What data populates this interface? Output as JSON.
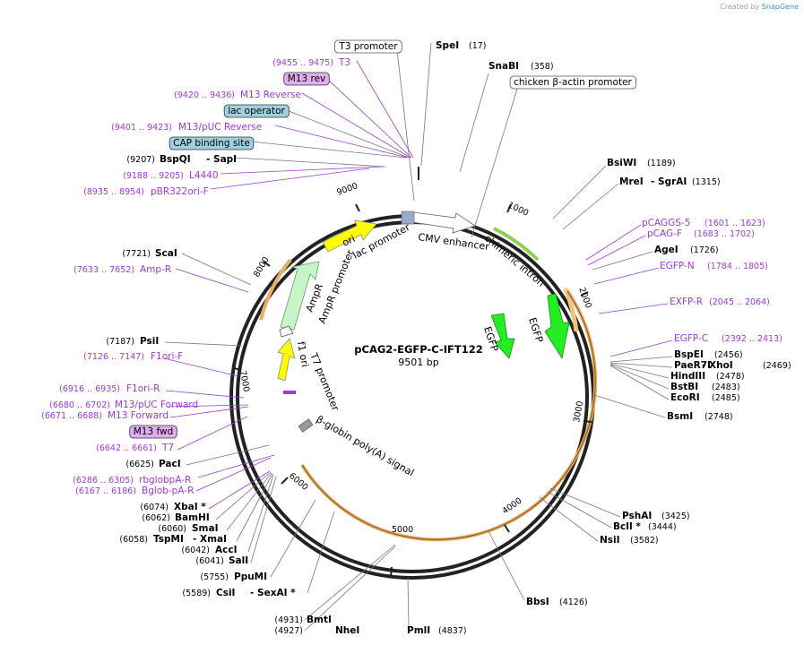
{
  "credit": {
    "prefix": "Created by",
    "brand": "SnapGene"
  },
  "plasmid": {
    "name": "pCAG2-EGFP-C-IFT122",
    "length": "9501 bp"
  },
  "ticks": [
    "1000",
    "2000",
    "3000",
    "4000",
    "5000",
    "6000",
    "7000",
    "8000",
    "9000"
  ],
  "features": [
    {
      "name": "ori",
      "text": "ori"
    },
    {
      "name": "lac-promoter",
      "text": "lac promoter"
    },
    {
      "name": "cmv-enhancer",
      "text": "CMV enhancer"
    },
    {
      "name": "chimeric-intron",
      "text": "chimeric intron"
    },
    {
      "name": "egfp-outer",
      "text": "EGFP"
    },
    {
      "name": "egfp-inner",
      "text": "EGFP"
    },
    {
      "name": "ampr",
      "text": "AmpR"
    },
    {
      "name": "ampr-promoter",
      "text": "AmpR promoter"
    },
    {
      "name": "f1-ori",
      "text": "f1 ori"
    },
    {
      "name": "t7-promoter",
      "text": "T7 promoter"
    },
    {
      "name": "bglobin-polya",
      "text": "β-globin poly(A) signal"
    }
  ],
  "labels": [
    {
      "t": "(9455 .. 9475)",
      "c": "pp"
    },
    {
      "t": "T3",
      "c": "pn"
    },
    {
      "t": "M13 rev",
      "c": "bp"
    },
    {
      "t": "(9420 .. 9436)",
      "c": "pp"
    },
    {
      "t": "M13 Reverse",
      "c": "pn"
    },
    {
      "t": "lac operator",
      "c": "bb"
    },
    {
      "t": "(9401 .. 9423)",
      "c": "pp"
    },
    {
      "t": "M13/pUC Reverse",
      "c": "pn"
    },
    {
      "t": "CAP binding site",
      "c": "bb"
    },
    {
      "t": "(9207)",
      "c": "kp"
    },
    {
      "t": "BspQI",
      "c": "ke"
    },
    {
      "t": "- SapI",
      "c": "ke"
    },
    {
      "t": "(9188 .. 9205)",
      "c": "pp"
    },
    {
      "t": "L4440",
      "c": "pn"
    },
    {
      "t": "(8935 .. 8954)",
      "c": "pp"
    },
    {
      "t": "pBR322ori-F",
      "c": "pn"
    },
    {
      "t": "T3 promoter",
      "c": "bw"
    },
    {
      "t": "SpeI",
      "c": "ke"
    },
    {
      "t": "(17)",
      "c": "kp"
    },
    {
      "t": "SnaBI",
      "c": "ke"
    },
    {
      "t": "(358)",
      "c": "kp"
    },
    {
      "t": "chicken β-actin promoter",
      "c": "bw"
    },
    {
      "t": "BsiWI",
      "c": "ke"
    },
    {
      "t": "(1189)",
      "c": "kp"
    },
    {
      "t": "MreI",
      "c": "ke"
    },
    {
      "t": "- SgrAI",
      "c": "ke"
    },
    {
      "t": "(1315)",
      "c": "kp"
    },
    {
      "t": "pCAGGS-5",
      "c": "pn"
    },
    {
      "t": "(1601 .. 1623)",
      "c": "pp"
    },
    {
      "t": "pCAG-F",
      "c": "pn"
    },
    {
      "t": "(1683 .. 1702)",
      "c": "pp"
    },
    {
      "t": "AgeI",
      "c": "ke"
    },
    {
      "t": "(1726)",
      "c": "kp"
    },
    {
      "t": "EGFP-N",
      "c": "pn"
    },
    {
      "t": "(1784 .. 1805)",
      "c": "pp"
    },
    {
      "t": "EXFP-R",
      "c": "pn"
    },
    {
      "t": "(2045 .. 2064)",
      "c": "pp"
    },
    {
      "t": "EGFP-C",
      "c": "pn"
    },
    {
      "t": "(2392 .. 2413)",
      "c": "pp"
    },
    {
      "t": "BspEI",
      "c": "ke"
    },
    {
      "t": "(2456)",
      "c": "kp"
    },
    {
      "t": "PaeR7I",
      "c": "ke"
    },
    {
      "t": "- XhoI",
      "c": "ke"
    },
    {
      "t": "(2469)",
      "c": "kp"
    },
    {
      "t": "HindIII",
      "c": "ke"
    },
    {
      "t": "(2478)",
      "c": "kp"
    },
    {
      "t": "BstBI",
      "c": "ke"
    },
    {
      "t": "(2483)",
      "c": "kp"
    },
    {
      "t": "EcoRI",
      "c": "ke"
    },
    {
      "t": "(2485)",
      "c": "kp"
    },
    {
      "t": "BsmI",
      "c": "ke"
    },
    {
      "t": "(2748)",
      "c": "kp"
    },
    {
      "t": "PshAI",
      "c": "ke"
    },
    {
      "t": "(3425)",
      "c": "kp"
    },
    {
      "t": "BclI *",
      "c": "ke"
    },
    {
      "t": "(3444)",
      "c": "kp"
    },
    {
      "t": "NsiI",
      "c": "ke"
    },
    {
      "t": "(3582)",
      "c": "kp"
    },
    {
      "t": "BbsI",
      "c": "ke"
    },
    {
      "t": "(4126)",
      "c": "kp"
    },
    {
      "t": "PmlI",
      "c": "ke"
    },
    {
      "t": "(4837)",
      "c": "kp"
    },
    {
      "t": "(4931)",
      "c": "kp"
    },
    {
      "t": "BmtI",
      "c": "ke"
    },
    {
      "t": "(4927)",
      "c": "kp"
    },
    {
      "t": "NheI",
      "c": "ke"
    },
    {
      "t": "(5589)",
      "c": "kp"
    },
    {
      "t": "CsiI",
      "c": "ke"
    },
    {
      "t": "- SexAI *",
      "c": "ke"
    },
    {
      "t": "(5755)",
      "c": "kp"
    },
    {
      "t": "PpuMI",
      "c": "ke"
    },
    {
      "t": "(6041)",
      "c": "kp"
    },
    {
      "t": "SalI",
      "c": "ke"
    },
    {
      "t": "(6042)",
      "c": "kp"
    },
    {
      "t": "AccI",
      "c": "ke"
    },
    {
      "t": "(6058)",
      "c": "kp"
    },
    {
      "t": "TspMI",
      "c": "ke"
    },
    {
      "t": "- XmaI",
      "c": "ke"
    },
    {
      "t": "(6060)",
      "c": "kp"
    },
    {
      "t": "SmaI",
      "c": "ke"
    },
    {
      "t": "(6062)",
      "c": "kp"
    },
    {
      "t": "BamHI",
      "c": "ke"
    },
    {
      "t": "(6074)",
      "c": "kp"
    },
    {
      "t": "XbaI *",
      "c": "ke"
    },
    {
      "t": "(6167 .. 6186)",
      "c": "pp"
    },
    {
      "t": "Bglob-pA-R",
      "c": "pn"
    },
    {
      "t": "(6286 .. 6305)",
      "c": "pp"
    },
    {
      "t": "rbglobpA-R",
      "c": "pn"
    },
    {
      "t": "(6625)",
      "c": "kp"
    },
    {
      "t": "PacI",
      "c": "ke"
    },
    {
      "t": "(6642 .. 6661)",
      "c": "pp"
    },
    {
      "t": "T7",
      "c": "pn"
    },
    {
      "t": "M13 fwd",
      "c": "bp"
    },
    {
      "t": "(6671 .. 6688)",
      "c": "pp"
    },
    {
      "t": "M13 Forward",
      "c": "pn"
    },
    {
      "t": "(6680 .. 6702)",
      "c": "pp"
    },
    {
      "t": "M13/pUC Forward",
      "c": "pn"
    },
    {
      "t": "(6916 .. 6935)",
      "c": "pp"
    },
    {
      "t": "F1ori-R",
      "c": "pn"
    },
    {
      "t": "(7126 .. 7147)",
      "c": "pp"
    },
    {
      "t": "F1ori-F",
      "c": "pn"
    },
    {
      "t": "(7187)",
      "c": "kp"
    },
    {
      "t": "PsiI",
      "c": "ke"
    },
    {
      "t": "(7633 .. 7652)",
      "c": "pp"
    },
    {
      "t": "Amp-R",
      "c": "pn"
    },
    {
      "t": "(7721)",
      "c": "kp"
    },
    {
      "t": "ScaI",
      "c": "ke"
    }
  ]
}
